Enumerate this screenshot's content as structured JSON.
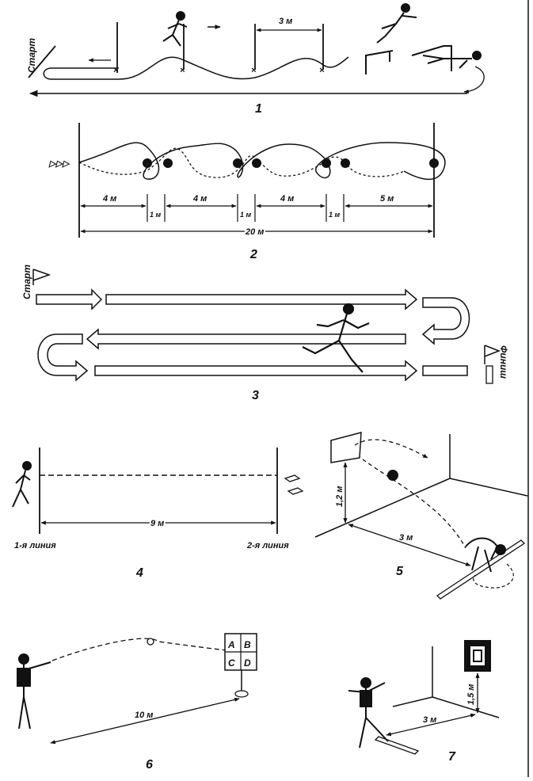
{
  "panel1": {
    "start_label": "Старт",
    "gap_label": "3 м",
    "number": "1"
  },
  "panel2": {
    "seg_labels": [
      "4 м",
      "4 м",
      "4 м",
      "5 м"
    ],
    "gap_labels": [
      "1 м",
      "1 м",
      "1 м"
    ],
    "total_label": "20 м",
    "number": "2"
  },
  "panel3": {
    "start_label": "Старт",
    "finish_label": "Финиш",
    "number": "3"
  },
  "panel4": {
    "distance_label": "9 м",
    "line1_label": "1-я линия",
    "line2_label": "2-я линия",
    "number": "4"
  },
  "panel5": {
    "height_label": "1,2 м",
    "distance_label": "3 м",
    "number": "5"
  },
  "panel6": {
    "target_cells": [
      "A",
      "B",
      "C",
      "D"
    ],
    "distance_label": "10 м",
    "number": "6"
  },
  "panel7": {
    "height_label": "1,5 м",
    "distance_label": "3 м",
    "number": "7"
  }
}
